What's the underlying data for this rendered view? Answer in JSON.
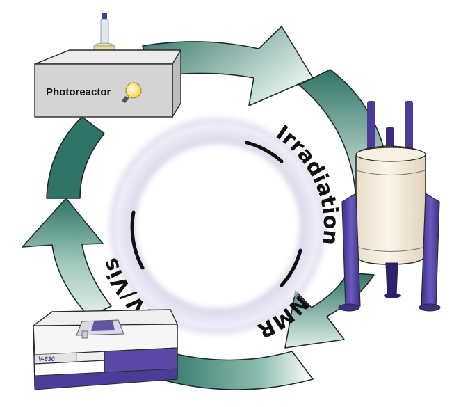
{
  "diagram": {
    "photoreactor_label": "Photoreactor",
    "spectrometer_label": "V-630",
    "cycle_labels": {
      "irradiation": "Irradiation",
      "nmr": "NMR",
      "uvvis": "UV/Vis"
    }
  },
  "colors": {
    "arrow_dark": "#2f7466",
    "arrow_light": "#d6e9e2",
    "ring_glow": "#7a6bb5",
    "instrument_purple": "#5b4aa5",
    "nmr_cream": "#f3e8d8",
    "box_gray": "#d6d6d6"
  },
  "icons": [
    "cycle-arrow",
    "light-bulb-icon",
    "nmr-magnet-icon",
    "spectrometer-icon",
    "photoreactor-icon"
  ]
}
